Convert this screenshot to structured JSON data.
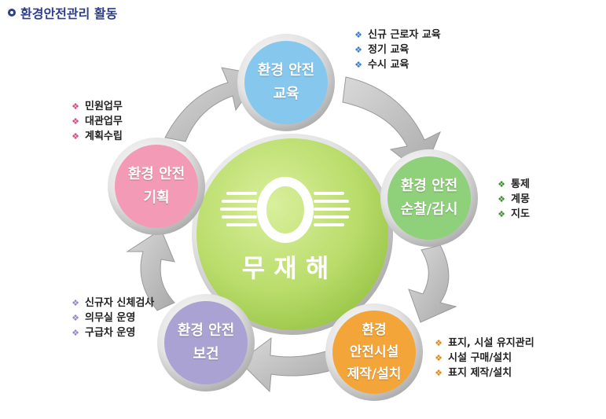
{
  "page_title": "환경안전관리 활동",
  "colors": {
    "title": "#2c3e8c",
    "hub": "#b9dc6a",
    "education": "#86c7ee",
    "patrol": "#8fd07a",
    "facility": "#f3a53a",
    "health": "#a9a2d3",
    "planning": "#f29ab6"
  },
  "hub": {
    "text": "무 재 해"
  },
  "nodes": {
    "education": {
      "line1": "환경 안전",
      "line2": "교육"
    },
    "patrol": {
      "line1": "환경 안전",
      "line2": "순찰/감시"
    },
    "facility": {
      "line1": "환경",
      "line2": "안전시설",
      "line3": "제작/설치"
    },
    "health": {
      "line1": "환경 안전",
      "line2": "보건"
    },
    "planning": {
      "line1": "환경 안전",
      "line2": "기획"
    }
  },
  "bullets": {
    "education": [
      "신규 근로자 교육",
      "정기 교육",
      "수시 교육"
    ],
    "patrol": [
      "통제",
      "계몽",
      "지도"
    ],
    "facility": [
      "표지, 시설 유지관리",
      "시설 구매/설치",
      "표지 제작/설치"
    ],
    "health": [
      "신규자 신체검사",
      "의무실 운영",
      "구급차 운영"
    ],
    "planning": [
      "민원업무",
      "대관업무",
      "계획수립"
    ]
  }
}
